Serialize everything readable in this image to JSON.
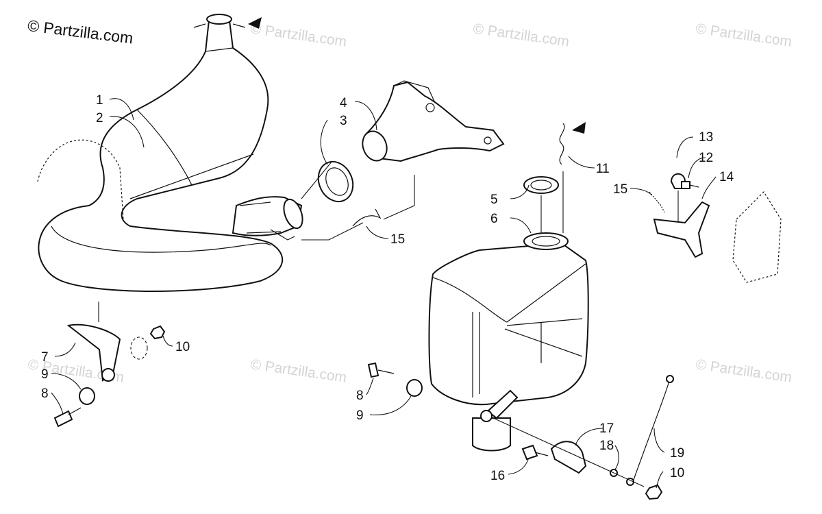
{
  "copyright": "© Partzilla.com",
  "watermark": "© Partzilla.com",
  "callouts": {
    "p1": "1",
    "p2": "2",
    "p3": "3",
    "p4": "4",
    "p5": "5",
    "p6": "6",
    "p7": "7",
    "p8a": "8",
    "p8b": "8",
    "p9a": "9",
    "p9b": "9",
    "p10a": "10",
    "p10b": "10",
    "p11": "11",
    "p12": "12",
    "p13": "13",
    "p14": "14",
    "p15a": "15",
    "p15b": "15",
    "p16": "16",
    "p17": "17",
    "p18": "18",
    "p19": "19"
  }
}
